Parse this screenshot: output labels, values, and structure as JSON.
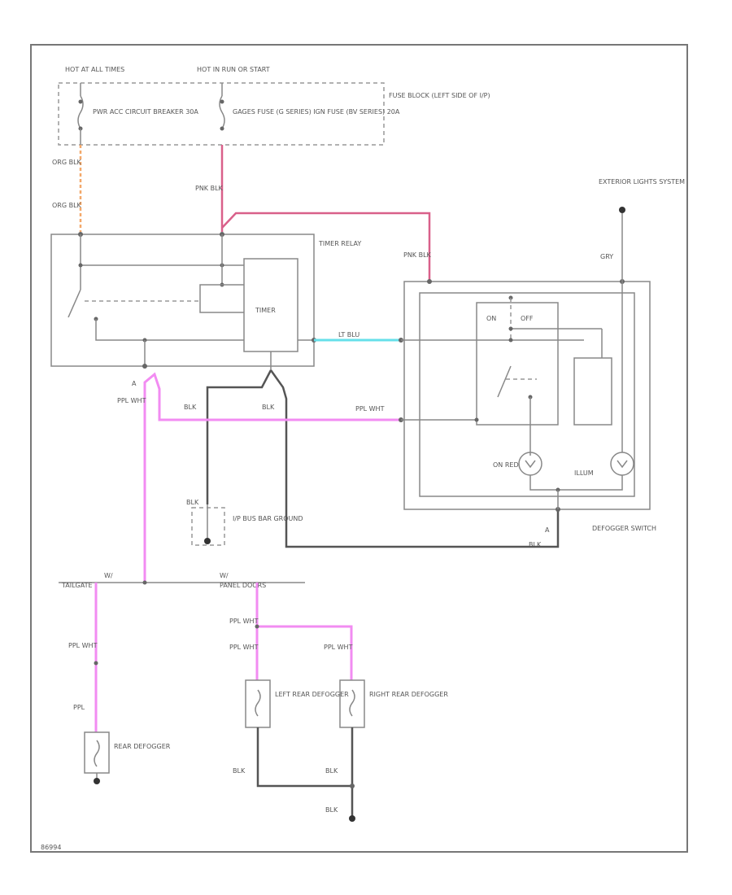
{
  "fuse_block": {
    "hot_at_all_times": "HOT AT ALL TIMES",
    "hot_in_run": "HOT IN RUN OR START",
    "breaker_label": "PWR ACC CIRCUIT BREAKER 30A",
    "fuse_label": "GAGES FUSE (G SERIES) IGN FUSE (BV SERIES) 20A",
    "block_label": "FUSE BLOCK (LEFT SIDE OF I/P)"
  },
  "wire_labels": {
    "org_blk_1": "ORG BLK",
    "org_blk_2": "ORG BLK",
    "pnk_blk_1": "PNK BLK",
    "pnk_blk_2": "PNK BLK",
    "lt_blu": "LT BLU",
    "blk_1": "BLK",
    "blk_2": "BLK",
    "blk_3": "BLK",
    "ppl_wht_1": "PPL WHT",
    "ppl_wht_2": "PPL WHT",
    "ppl_wht_3": "PPL WHT",
    "ppl_wht_4": "PPL WHT",
    "ppl_wht_5": "PPL WHT",
    "ppl_wht_6": "PPL WHT",
    "ppl": "PPL",
    "gry": "GRY",
    "blk_left": "BLK",
    "blk_right": "BLK",
    "blk_ground": "BLK",
    "blk_g1": "BLK"
  },
  "components": {
    "timer_relay": "TIMER RELAY",
    "timer": "TIMER",
    "defogger_switch": "DEFOGGER SWITCH",
    "on": "ON",
    "off": "OFF",
    "on_red": "ON RED",
    "illum": "ILLUM",
    "exterior_lights": "EXTERIOR LIGHTS SYSTEM",
    "ip_bus_ground": "I/P BUS BAR GROUND",
    "tailgate": "TAILGATE",
    "panel_doors": "PANEL DOORS",
    "tailgate_prefix": "W/",
    "panel_prefix": "W/",
    "rear_defogger": "REAR DEFOGGER",
    "left_rear_defogger": "LEFT REAR DEFOGGER",
    "right_rear_defogger": "RIGHT REAR DEFOGGER",
    "connector_a1": "A",
    "connector_a2": "A",
    "code": "86994"
  }
}
